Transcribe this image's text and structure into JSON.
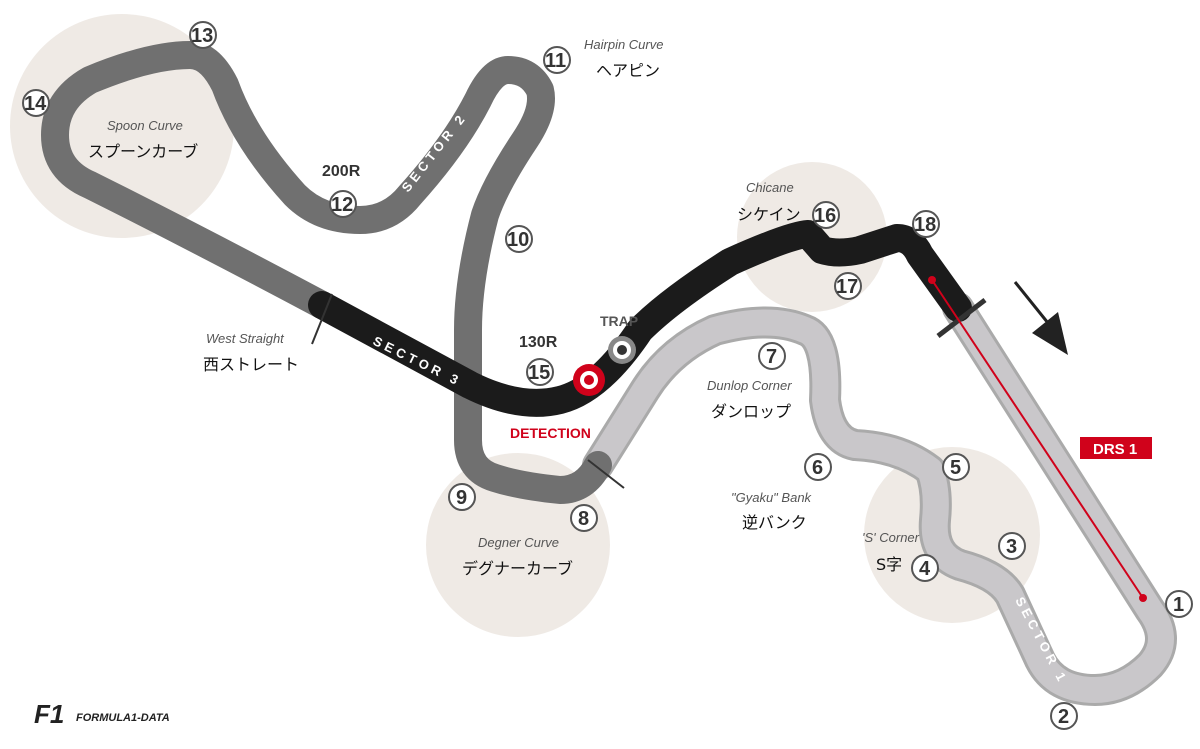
{
  "corners": [
    {
      "num": "1",
      "en": "",
      "jp": ""
    },
    {
      "num": "2",
      "en": "",
      "jp": ""
    },
    {
      "num": "3",
      "en": "",
      "jp": ""
    },
    {
      "num": "4",
      "en": "'S' Corner",
      "jp": "S字"
    },
    {
      "num": "5",
      "en": "",
      "jp": ""
    },
    {
      "num": "6",
      "en": "\"Gyaku\" Bank",
      "jp": "逆バンク"
    },
    {
      "num": "7",
      "en": "Dunlop Corner",
      "jp": "ダンロップ"
    },
    {
      "num": "8",
      "en": "Degner Curve",
      "jp": "デグナーカーブ"
    },
    {
      "num": "9",
      "en": "",
      "jp": ""
    },
    {
      "num": "10",
      "en": "",
      "jp": ""
    },
    {
      "num": "11",
      "en": "Hairpin Curve",
      "jp": "ヘアピン"
    },
    {
      "num": "12",
      "en": "",
      "jp": "200R"
    },
    {
      "num": "13",
      "en": "",
      "jp": ""
    },
    {
      "num": "14",
      "en": "Spoon Curve",
      "jp": "スプーンカーブ"
    },
    {
      "num": "15",
      "en": "",
      "jp": "130R"
    },
    {
      "num": "16",
      "en": "Chicane",
      "jp": "シケイン"
    },
    {
      "num": "17",
      "en": "",
      "jp": ""
    },
    {
      "num": "18",
      "en": "",
      "jp": ""
    }
  ],
  "west_straight": {
    "en": "West Straight",
    "jp": "西ストレート"
  },
  "sectors": {
    "s1": "SECTOR 1",
    "s2": "SECTOR 2",
    "s3": "SECTOR 3"
  },
  "markers": {
    "trap": "TRAP",
    "detection": "DETECTION",
    "drs": "DRS 1"
  },
  "logo": {
    "mark": "F1",
    "text": "FORMULA1-DATA"
  },
  "colors": {
    "sector1": "#c9c7ca",
    "sector2": "#707070",
    "sector3": "#1b1b1b",
    "drs": "#d0021b",
    "highlight": "#ece6e1"
  }
}
